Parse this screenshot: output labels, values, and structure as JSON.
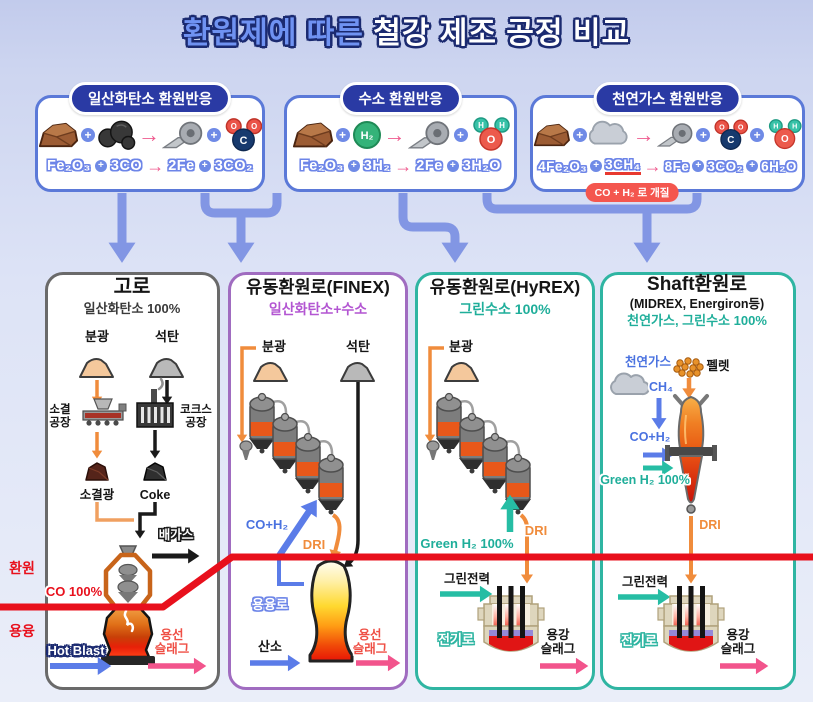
{
  "title": {
    "highlight": "환원제에 따른",
    "rest": "철강 제조 공정 비교"
  },
  "symbols": {
    "plus": "+",
    "arrow": "→"
  },
  "atoms": {
    "c": "C",
    "o": "O",
    "h": "H",
    "h2": "H₂"
  },
  "reactions": [
    {
      "header": "일산화탄소 환원반응",
      "terms": {
        "r1": "Fe₂O₃",
        "r2": "3CO",
        "p1": "2Fe",
        "p2": "3CO₂"
      }
    },
    {
      "header": "수소 환원반응",
      "terms": {
        "r1": "Fe₂O₃",
        "r2": "3H₂",
        "p1": "2Fe",
        "p2": "3H₂O"
      }
    },
    {
      "header": "천연가스 환원반응",
      "terms": {
        "r1": "4Fe₂O₃",
        "r2": "3CH₄",
        "p1": "8Fe",
        "p2": "3CO₂",
        "p3": "6H₂O"
      },
      "badge": "CO + H₂ 로 개질"
    }
  ],
  "side_labels": {
    "reduction": "환원",
    "melting": "용융"
  },
  "columns": [
    {
      "title": "고로",
      "subtitle": "일산화탄소 100%",
      "labels": {
        "ore_fines": "분광",
        "coal": "석탄",
        "sinter_plant": "소결\n공장",
        "coke_plant": "코크스\n공장",
        "sinter_ore": "소결광",
        "coke": "Coke",
        "offgas": "배가스",
        "co": "CO 100%",
        "hot_blast": "Hot Blast",
        "slag": "용선\n슬래그"
      }
    },
    {
      "title": "유동환원로(FINEX)",
      "subtitle": "일산화탄소+수소",
      "labels": {
        "ore_fines": "분광",
        "coal": "석탄",
        "co_h2": "CO+H₂",
        "dri": "DRI",
        "melter": "용융로",
        "oxygen": "산소",
        "slag": "용선\n슬래그"
      }
    },
    {
      "title": "유동환원로(HyREX)",
      "subtitle": "그린수소 100%",
      "labels": {
        "ore_fines": "분광",
        "green_h2": "Green H₂ 100%",
        "dri": "DRI",
        "green_power": "그린전력",
        "eaf": "전기로",
        "slag": "용강\n슬래그"
      }
    },
    {
      "title": "Shaft환원로",
      "subtitle_paren": "(MIDREX, Energiron등)",
      "subtitle": "천연가스, 그린수소 100%",
      "labels": {
        "natural_gas": "천연가스",
        "ch4": "CH₄",
        "pellet": "펠렛",
        "co_h2": "CO+H₂",
        "green_h2": "Green H₂\n100%",
        "dri": "DRI",
        "green_power": "그린전력",
        "eaf": "전기로",
        "slag": "용강\n슬래그"
      }
    }
  ],
  "colors": {
    "background": "#ccd4f0",
    "accent_red": "#e8101c",
    "connector_blue": "#8296e4",
    "box_border": "#5b79d8",
    "header_pill": "#2a3aa4",
    "col1_border": "#6a6a6a",
    "col2_border": "#a06cc0",
    "col3_border": "#2fb5a2",
    "col4_border": "#2fb5a2",
    "orange": "#f08c3c",
    "teal": "#26bda4",
    "blue": "#5b7ce8",
    "pink": "#f2548c",
    "purple": "#b356d2"
  }
}
